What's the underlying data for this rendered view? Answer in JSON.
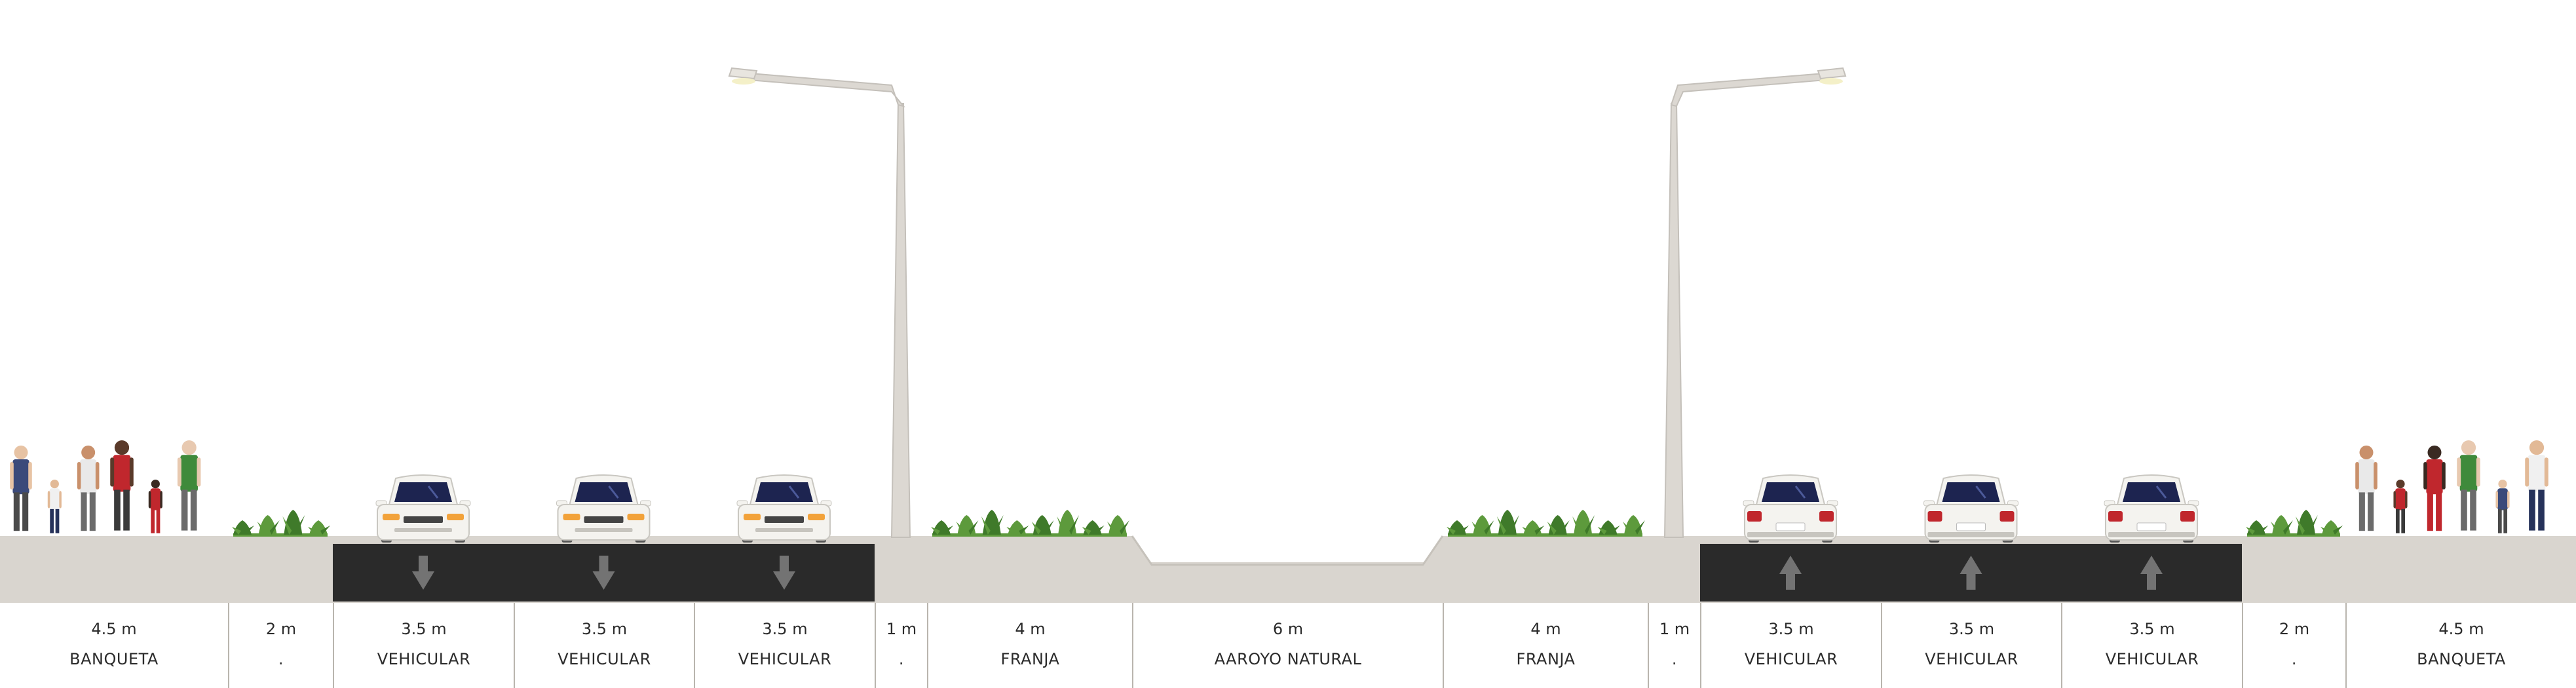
{
  "segments": [
    {
      "width": "4.5 m",
      "name": "BANQUETA",
      "type": "sidewalk"
    },
    {
      "width": "2 m",
      "name": ".",
      "type": "planter"
    },
    {
      "width": "3.5 m",
      "name": "VEHICULAR",
      "type": "lane",
      "direction": "down"
    },
    {
      "width": "3.5 m",
      "name": "VEHICULAR",
      "type": "lane",
      "direction": "down"
    },
    {
      "width": "3.5 m",
      "name": "VEHICULAR",
      "type": "lane",
      "direction": "down"
    },
    {
      "width": "1 m",
      "name": ".",
      "type": "lamp",
      "lamp": "left"
    },
    {
      "width": "4 m",
      "name": "FRANJA",
      "type": "strip"
    },
    {
      "width": "6 m",
      "name": "AAROYO NATURAL",
      "type": "channel"
    },
    {
      "width": "4 m",
      "name": "FRANJA",
      "type": "strip"
    },
    {
      "width": "1 m",
      "name": ".",
      "type": "lamp",
      "lamp": "right"
    },
    {
      "width": "3.5 m",
      "name": "VEHICULAR",
      "type": "lane",
      "direction": "up"
    },
    {
      "width": "3.5 m",
      "name": "VEHICULAR",
      "type": "lane",
      "direction": "up"
    },
    {
      "width": "3.5 m",
      "name": "VEHICULAR",
      "type": "lane",
      "direction": "up"
    },
    {
      "width": "2 m",
      "name": ".",
      "type": "planter"
    },
    {
      "width": "4.5 m",
      "name": "BANQUETA",
      "type": "sidewalk"
    }
  ],
  "colors": {
    "ground": "#d9d5cf",
    "asphalt": "#2a2a2a",
    "arrow": "#737373",
    "plant": "#5d9a3c",
    "plant_dark": "#3f7a2a",
    "pole": "#dcd8d2",
    "car_body": "#f4f3ef",
    "windshield": "#1d2450",
    "tail_light": "#c0272d",
    "head_light": "#f2a23a"
  },
  "icons": [
    "pedestrian-icon",
    "car-icon",
    "lane-arrow-icon",
    "street-lamp-icon",
    "shrub-icon"
  ]
}
